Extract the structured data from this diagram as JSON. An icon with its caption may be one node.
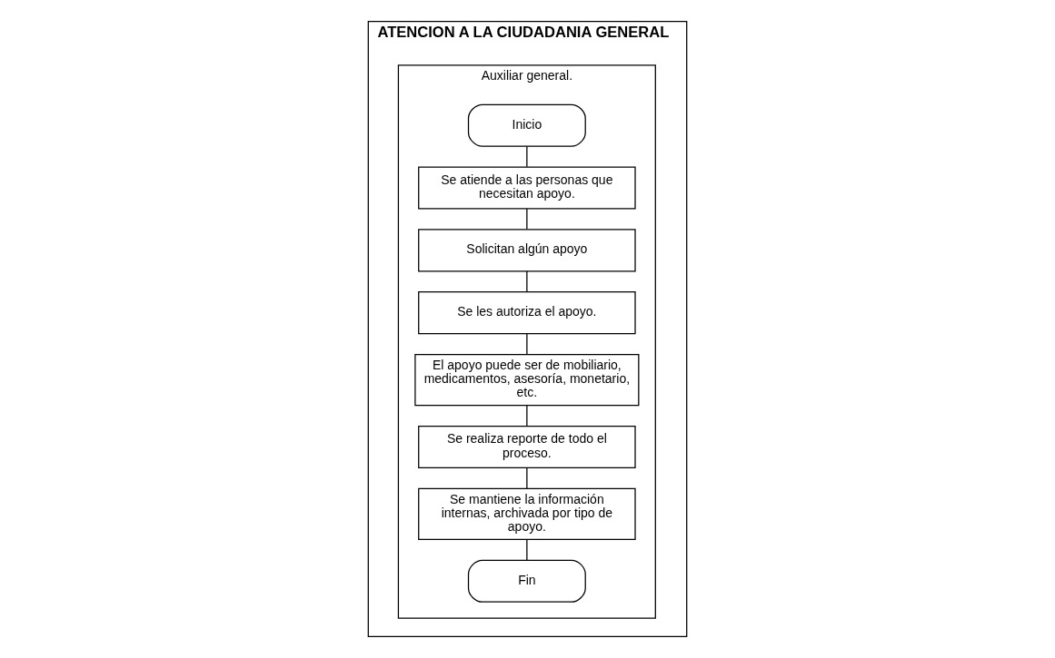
{
  "diagram": {
    "nodes": [
      {
        "text": [
          "ATENCION A LA CIUDADANIA GENERAL"
        ]
      },
      {
        "text": [
          "Auxiliar general."
        ],
        "in": 0
      },
      {
        "text": [
          "Inicio"
        ],
        "in": 1
      },
      {
        "text": [
          "Se atiende a las personas que necesitan apoyo."
        ],
        "in": 1
      },
      {
        "text": [
          "Solicitan algún apoyo"
        ],
        "in": 1
      },
      {
        "text": [
          "Se les autoriza el apoyo."
        ],
        "in": 1
      },
      {
        "text": [
          "El apoyo puede ser de mobiliario, medicamentos, asesoría, monetario, etc."
        ],
        "in": 1
      },
      {
        "text": [
          "Se realiza reporte de todo el proceso."
        ],
        "in": 1
      },
      {
        "text": [
          "Se mantiene la información internas, archivada por tipo de apoyo."
        ],
        "in": 1
      },
      {
        "text": [
          "Fin"
        ],
        "in": 1
      }
    ],
    "edges": [
      {
        "from": 2,
        "to": 3,
        "arrow": "none"
      },
      {
        "from": 3,
        "to": 4,
        "arrow": "none"
      },
      {
        "from": 4,
        "to": 5,
        "arrow": "none"
      },
      {
        "from": 5,
        "to": 6,
        "arrow": "none"
      },
      {
        "from": 6,
        "to": 7,
        "arrow": "none"
      },
      {
        "from": 7,
        "to": 8,
        "arrow": "none"
      },
      {
        "from": 8,
        "to": 9,
        "arrow": "none"
      }
    ]
  }
}
